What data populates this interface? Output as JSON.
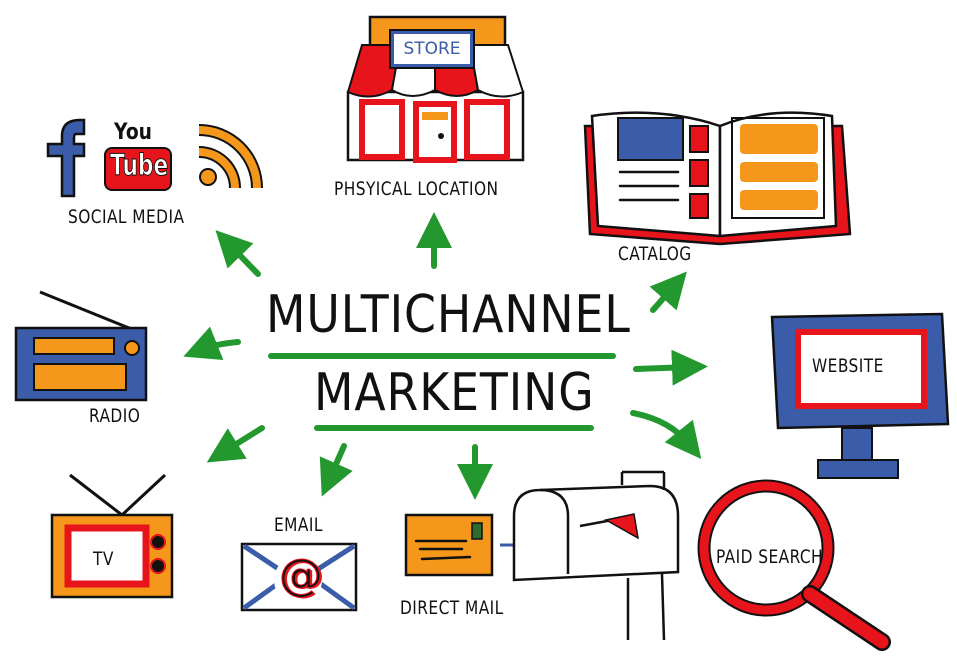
{
  "title": {
    "line1": "MULTICHANNEL",
    "line2": "MARKETING"
  },
  "channels": {
    "social_media": {
      "label": "SOCIAL MEDIA",
      "icons": [
        "facebook-icon",
        "youtube-icon",
        "rss-icon"
      ],
      "youtube_top": "You",
      "youtube_bottom": "Tube"
    },
    "physical_location": {
      "label": "PHSYICAL LOCATION",
      "sign": "STORE"
    },
    "catalog": {
      "label": "CATALOG"
    },
    "radio": {
      "label": "RADIO"
    },
    "website": {
      "label": "WEBSITE"
    },
    "tv": {
      "label": "TV"
    },
    "email": {
      "label": "EMAIL",
      "symbol": "@"
    },
    "direct_mail": {
      "label": "DIRECT MAIL"
    },
    "paid_search": {
      "label": "PAID SEARCH"
    }
  },
  "colors": {
    "arrow_green": "#23982e",
    "blue": "#3b5ca8",
    "orange": "#f5971a",
    "red": "#e8141b",
    "ink": "#111111"
  }
}
